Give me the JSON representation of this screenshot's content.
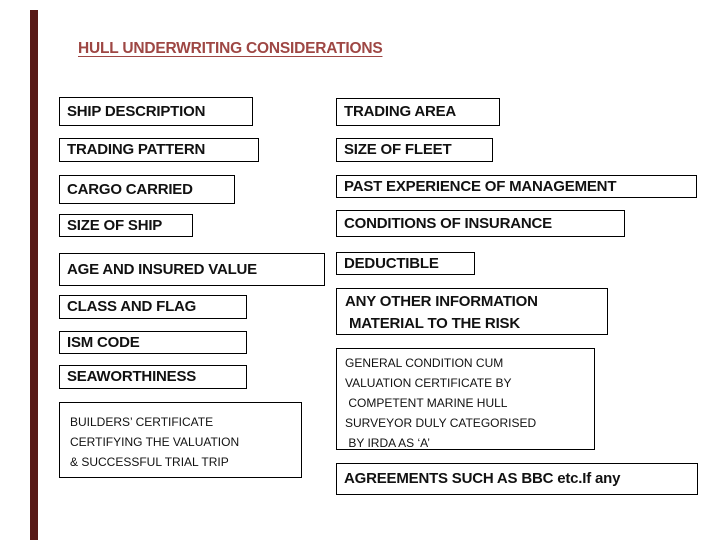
{
  "slide": {
    "title": "HULL UNDERWRITING CONSIDERATIONS",
    "title_color": "#9e4744",
    "accent_bar_color": "#581a17",
    "left_boxes": [
      "SHIP DESCRIPTION",
      "TRADING PATTERN",
      "CARGO CARRIED",
      "SIZE OF SHIP",
      "AGE AND INSURED VALUE",
      "CLASS AND FLAG",
      "ISM CODE",
      "SEAWORTHINESS",
      "BUILDERS’ CERTIFICATE\nCERTIFYING THE VALUATION\n& SUCCESSFUL TRIAL TRIP"
    ],
    "right_boxes": [
      "TRADING AREA",
      "SIZE OF FLEET",
      "PAST EXPERIENCE OF MANAGEMENT",
      "CONDITIONS OF INSURANCE",
      "DEDUCTIBLE",
      "ANY OTHER INFORMATION\n MATERIAL TO THE RISK",
      "GENERAL CONDITION CUM\nVALUATION CERTIFICATE BY\n COMPETENT MARINE HULL\nSURVEYOR DULY CATEGORISED\n BY IRDA AS ‘A’",
      "AGREEMENTS SUCH AS BBC etc.If any"
    ]
  }
}
